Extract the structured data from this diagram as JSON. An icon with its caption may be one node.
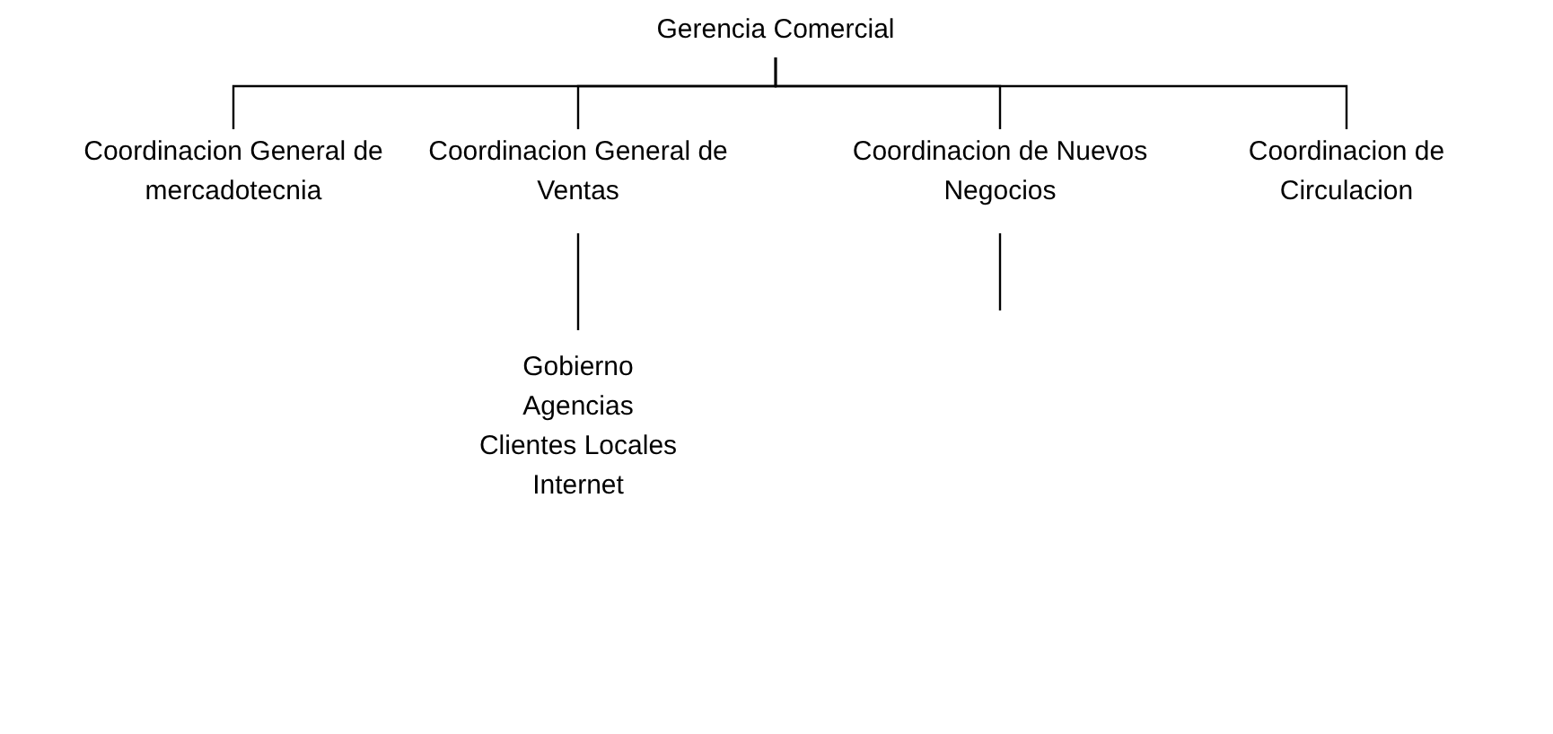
{
  "diagram": {
    "nodes": [
      {
        "text": [
          "Gerencia Comercial"
        ]
      },
      {
        "text": [
          "Coordinacion General de mercadotecnia"
        ]
      },
      {
        "text": [
          "Coordinacion General de Ventas"
        ]
      },
      {
        "text": [
          "Coordinacion de Nuevos Negocios"
        ]
      },
      {
        "text": [
          "Coordinacion de Circulacion"
        ]
      },
      {
        "text": [
          "Gobierno",
          "Agencias",
          "Clientes Locales",
          "Internet"
        ]
      }
    ],
    "edges": [
      {
        "from": 0,
        "to": 1,
        "arrow": "none"
      },
      {
        "from": 0,
        "to": 2,
        "arrow": "none"
      },
      {
        "from": 0,
        "to": 3,
        "arrow": "none"
      },
      {
        "from": 0,
        "to": 4,
        "arrow": "none"
      },
      {
        "from": 2,
        "to": 5,
        "arrow": "none"
      },
      {
        "from": 3,
        "to": null,
        "arrow": "none"
      }
    ]
  }
}
